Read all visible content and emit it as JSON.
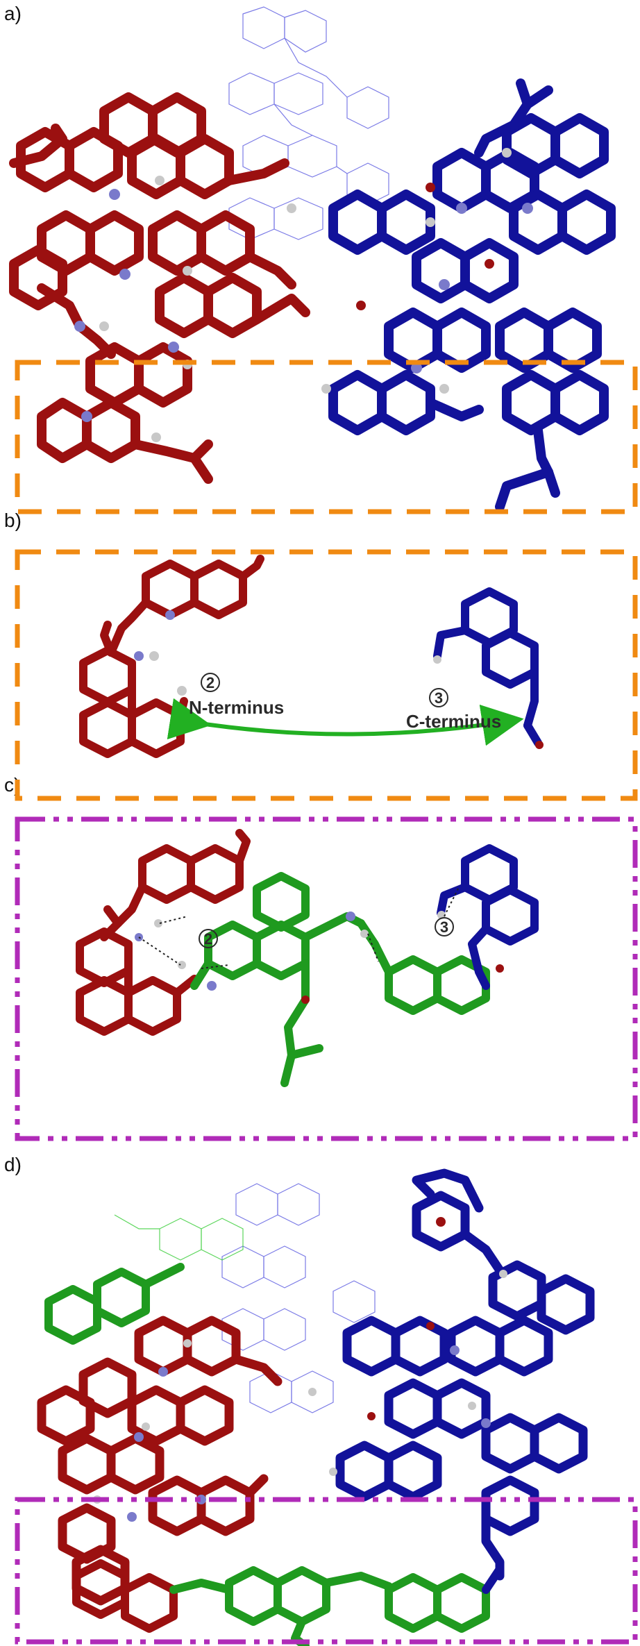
{
  "figure": {
    "panels": [
      {
        "id": "a",
        "label": "a)"
      },
      {
        "id": "b",
        "label": "b)"
      },
      {
        "id": "c",
        "label": "c)"
      },
      {
        "id": "d",
        "label": "d)"
      }
    ],
    "panel_b": {
      "n_marker": "2",
      "n_label": "N-terminus",
      "c_marker": "3",
      "c_label": "C-terminus"
    },
    "panel_c": {
      "marker_left": "2",
      "marker_right": "3"
    },
    "colors": {
      "red_strand": "#9b1010",
      "blue_strand": "#12129a",
      "green_strand": "#1f9a1f",
      "nitrogen": "#7a7acb",
      "hydrogen": "#c8c8c8",
      "orange_box": "#f08a12",
      "magenta_box": "#b02bb8",
      "arrow": "#22b022"
    }
  }
}
